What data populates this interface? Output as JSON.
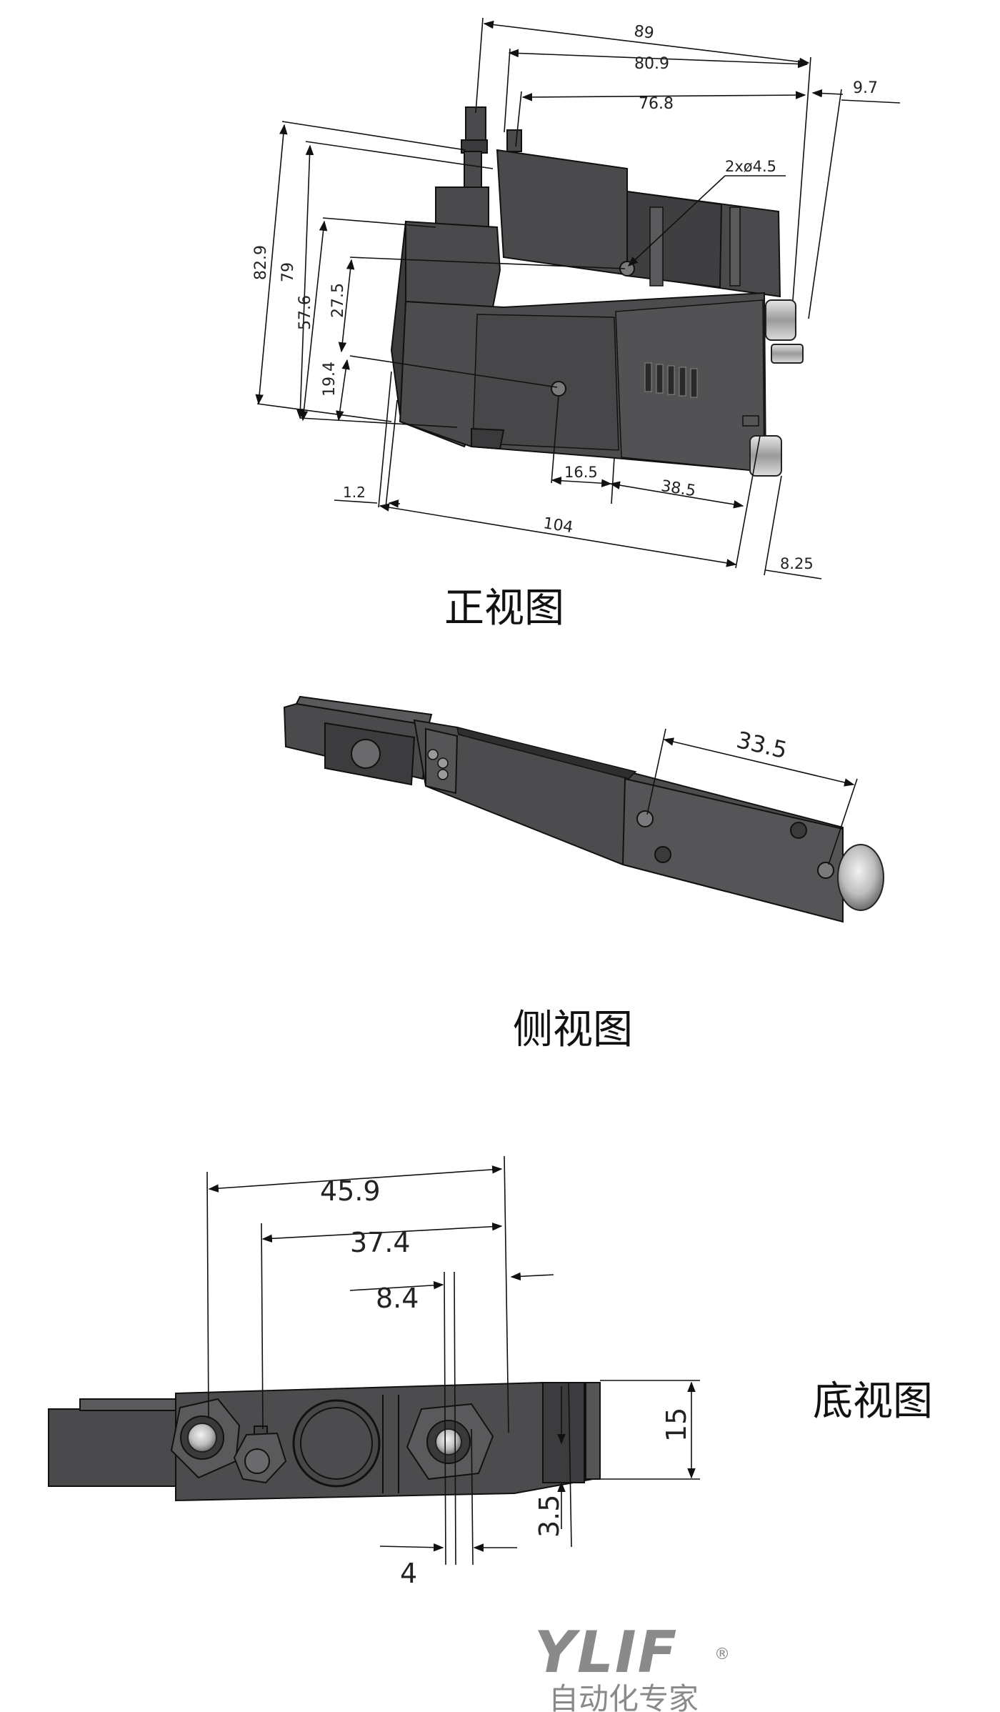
{
  "front_view": {
    "caption": "正视图",
    "dims": {
      "w89": "89",
      "w80_9": "80.9",
      "w76_8": "76.8",
      "w9_7": "9.7",
      "hole": "2xø4.5",
      "h82_9": "82.9",
      "h79": "79",
      "h57_6": "57.6",
      "h27_5": "27.5",
      "h19_4": "19.4",
      "w1_2": "1.2",
      "w16_5": "16.5",
      "w38_5": "38.5",
      "w104": "104",
      "w8_25": "8.25"
    }
  },
  "side_view": {
    "caption": "侧视图",
    "dims": {
      "w33_5": "33.5"
    }
  },
  "bottom_view": {
    "caption": "底视图",
    "dims": {
      "w45_9": "45.9",
      "w37_4": "37.4",
      "w8_4": "8.4",
      "h15": "15",
      "h3_5": "3.5",
      "w4": "4"
    }
  },
  "logo": {
    "brand": "YLIF",
    "registered": "®",
    "tagline": "自动化专家"
  },
  "colors": {
    "body": "#4a4a4c",
    "body_dark": "#2e2e30",
    "body_light": "#6a6a6c",
    "line": "#111111",
    "logo": "#8a8a8a"
  }
}
